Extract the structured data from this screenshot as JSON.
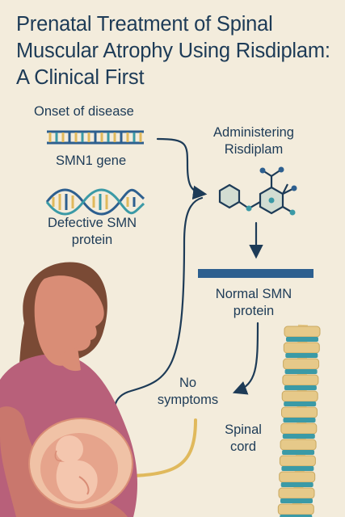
{
  "title": "Prenatal Treatment of Spinal Muscular Atrophy Using Risdiplam: A Clinical First",
  "labels": {
    "onset": "Onset of disease",
    "smn1_gene": "SMN1 gene",
    "defective_line1": "Defective SMN",
    "defective_line2": "protein",
    "administering_line1": "Administering",
    "administering_line2": "Risdiplam",
    "normal_line1": "Normal SMN",
    "normal_line2": "protein",
    "no_symptoms_line1": "No",
    "no_symptoms_line2": "symptoms",
    "spinal_line1": "Spinal",
    "spinal_line2": "cord"
  },
  "colors": {
    "navy": "#1d3b57",
    "blue": "#2d5f8f",
    "teal": "#3b9aa6",
    "gold": "#e0b95c",
    "skin": "#d98d76",
    "shirt": "#b8607a",
    "hair": "#7a4a35",
    "background": "#f3ecdc"
  }
}
